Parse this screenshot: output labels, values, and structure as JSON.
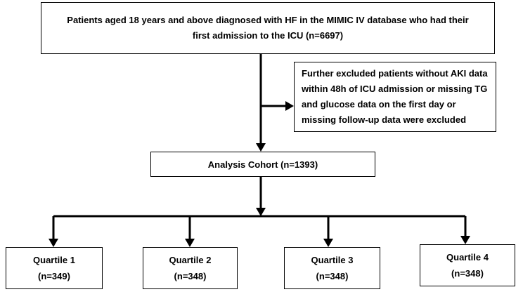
{
  "population": {
    "line1": "Patients aged 18 years and above diagnosed with HF in the MIMIC IV database who had their",
    "line2": "first admission to the ICU (n=6697)"
  },
  "exclusion": {
    "lines": [
      "Further excluded patients without AKI data",
      "within 48h of ICU admission or missing TG",
      "and glucose data on the first day or",
      "missing follow-up data were excluded"
    ]
  },
  "cohort": {
    "label": "Analysis Cohort (n=1393)"
  },
  "quartiles": [
    {
      "label": "Quartile 1",
      "n": "(n=349)"
    },
    {
      "label": "Quartile 2",
      "n": "(n=348)"
    },
    {
      "label": "Quartile 3",
      "n": "(n=348)"
    },
    {
      "label": "Quartile 4",
      "n": "(n=348)"
    }
  ],
  "colors": {
    "line": "#000000",
    "box_border": "#000000",
    "background": "#ffffff"
  }
}
